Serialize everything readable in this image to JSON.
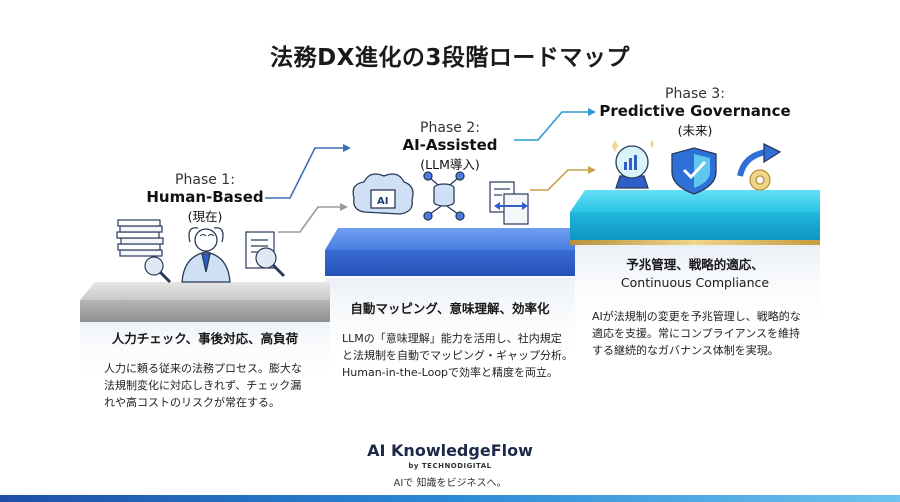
{
  "title": "法務DX進化の3段階ロードマップ",
  "phases": [
    {
      "label": "Phase 1:",
      "name": "Human-Based",
      "sub": "(現在)",
      "caption": "人力チェック、事後対応、高負荷",
      "desc": [
        "人力に頼る従来の法務プロセス。膨大な",
        "法規制変化に対応しきれず、チェック漏",
        "れや高コストのリスクが常在する。"
      ],
      "icons": [
        "document-stack-icon",
        "stressed-person-icon",
        "document-magnifier-icon"
      ],
      "colors": {
        "top": "#d9d9d9",
        "front": "#a8a8a8"
      }
    },
    {
      "label": "Phase 2:",
      "name": "AI-Assisted",
      "sub": "(LLM導入)",
      "caption": "自動マッピング、意味理解、効率化",
      "desc": [
        "LLMの「意味理解」能力を活用し、社内規定",
        "と法規制を自動でマッピング・ギャップ分析。",
        "Human-in-the-Loopで効率と精度を両立。"
      ],
      "icons": [
        "ai-brain-icon",
        "database-network-icon",
        "document-compare-icon"
      ],
      "colors": {
        "top": "#5b8de8",
        "front": "#2e5fc9"
      }
    },
    {
      "label": "Phase 3:",
      "name": "Predictive Governance",
      "sub": "(未来)",
      "caption_lines": [
        "予兆管理、戦略的適応、",
        "Continuous Compliance"
      ],
      "desc": [
        "AIが法規制の変更を予兆管理し、戦略的な",
        "適応を支援。常にコンプライアンスを維持",
        "する継続的なガバナンス体制を実現。"
      ],
      "icons": [
        "crystal-ball-icon",
        "shield-check-icon",
        "gear-arrow-icon"
      ],
      "colors": {
        "top": "#3fd0ec",
        "front": "#14b0d8",
        "accent": "#d6b15a"
      }
    }
  ],
  "footer": {
    "brand": "AI KnowledgeFlow",
    "by": "by TECHNODIGITAL",
    "tagline": "AIで 知識をビジネスへ。"
  }
}
